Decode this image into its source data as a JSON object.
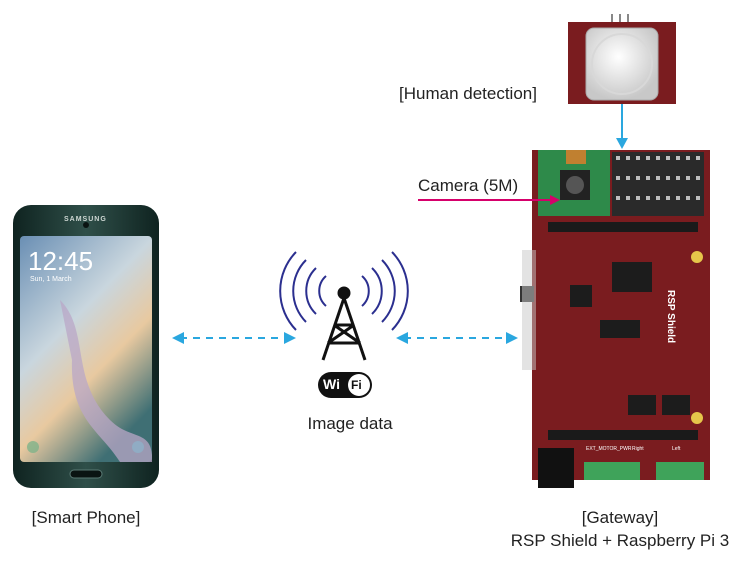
{
  "labels": {
    "human_detection": "[Human detection]",
    "camera": "Camera (5M)",
    "image_data": "Image data",
    "smart_phone": "[Smart Phone]",
    "gateway": "[Gateway]",
    "gateway_sub": "RSP Shield + Raspberry Pi 3"
  },
  "phone": {
    "brand": "SAMSUNG",
    "time": "12:45",
    "date": "Sun, 1 March"
  },
  "wifi_badge": {
    "wi": "Wi",
    "fi": "Fi"
  },
  "board": {
    "name": "RSP Shield",
    "motor_label": "EXT_MOTOR_PWR",
    "right_label": "Right",
    "left_label": "Left"
  },
  "colors": {
    "arrow_blue": "#2aa7df",
    "camera_pointer": "#d6006b",
    "board_red": "#7a1c1f",
    "phone_dark": "#1f3a35"
  },
  "icons": {
    "tower": "antenna-tower-icon",
    "wifi": "wifi-badge-icon",
    "sensor": "pir-sensor-icon"
  }
}
